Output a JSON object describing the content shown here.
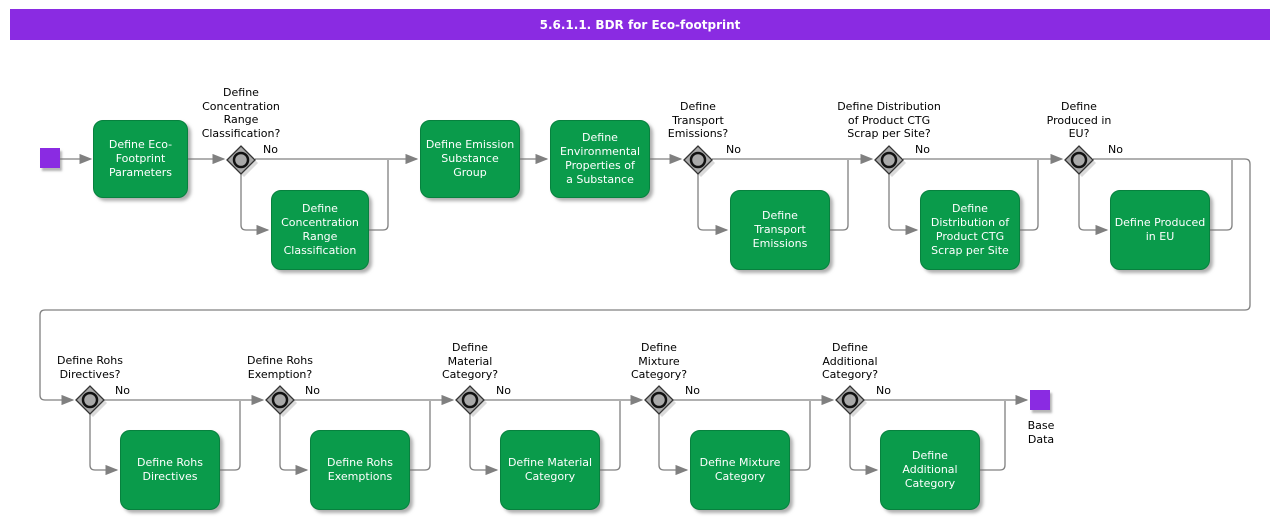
{
  "title": "5.6.1.1. BDR for Eco-footprint",
  "colors": {
    "accent_purple": "#8A2BE2",
    "activity_green": "#0A9B4B",
    "decision_gray": "#A9A9A9",
    "connector_gray": "#808080"
  },
  "diagram": {
    "start_label": "",
    "end_label": "Base\nData",
    "activities": [
      {
        "id": "eco-footprint-parameters",
        "label": "Define Eco-\nFootprint\nParameters"
      },
      {
        "id": "concentration-range-classification",
        "label": "Define\nConcentration\nRange\nClassification"
      },
      {
        "id": "emission-substance-group",
        "label": "Define Emission\nSubstance\nGroup"
      },
      {
        "id": "environmental-properties",
        "label": "Define\nEnvironmental\nProperties of\na Substance"
      },
      {
        "id": "transport-emissions",
        "label": "Define\nTransport\nEmissions"
      },
      {
        "id": "distribution-product-ctg-scrap",
        "label": "Define\nDistribution of\nProduct CTG\nScrap per Site"
      },
      {
        "id": "produced-in-eu",
        "label": "Define Produced\nin EU"
      },
      {
        "id": "rohs-directives",
        "label": "Define Rohs\nDirectives"
      },
      {
        "id": "rohs-exemptions",
        "label": "Define Rohs\nExemptions"
      },
      {
        "id": "material-category",
        "label": "Define Material\nCategory"
      },
      {
        "id": "mixture-category",
        "label": "Define Mixture\nCategory"
      },
      {
        "id": "additional-category",
        "label": "Define\nAdditional\nCategory"
      }
    ],
    "decisions": [
      {
        "id": "q-concentration-range",
        "question": "Define\nConcentration\nRange\nClassification?",
        "no_label": "No"
      },
      {
        "id": "q-transport-emissions",
        "question": "Define\nTransport\nEmissions?",
        "no_label": "No"
      },
      {
        "id": "q-distribution-ctg",
        "question": "Define Distribution\nof Product CTG\nScrap per Site?",
        "no_label": "No"
      },
      {
        "id": "q-produced-in-eu",
        "question": "Define\nProduced in\nEU?",
        "no_label": "No"
      },
      {
        "id": "q-rohs-directives",
        "question": "Define Rohs\nDirectives?",
        "no_label": "No"
      },
      {
        "id": "q-rohs-exemption",
        "question": "Define Rohs\nExemption?",
        "no_label": "No"
      },
      {
        "id": "q-material-category",
        "question": "Define\nMaterial\nCategory?",
        "no_label": "No"
      },
      {
        "id": "q-mixture-category",
        "question": "Define\nMixture\nCategory?",
        "no_label": "No"
      },
      {
        "id": "q-additional-category",
        "question": "Define\nAdditional\nCategory?",
        "no_label": "No"
      }
    ]
  }
}
